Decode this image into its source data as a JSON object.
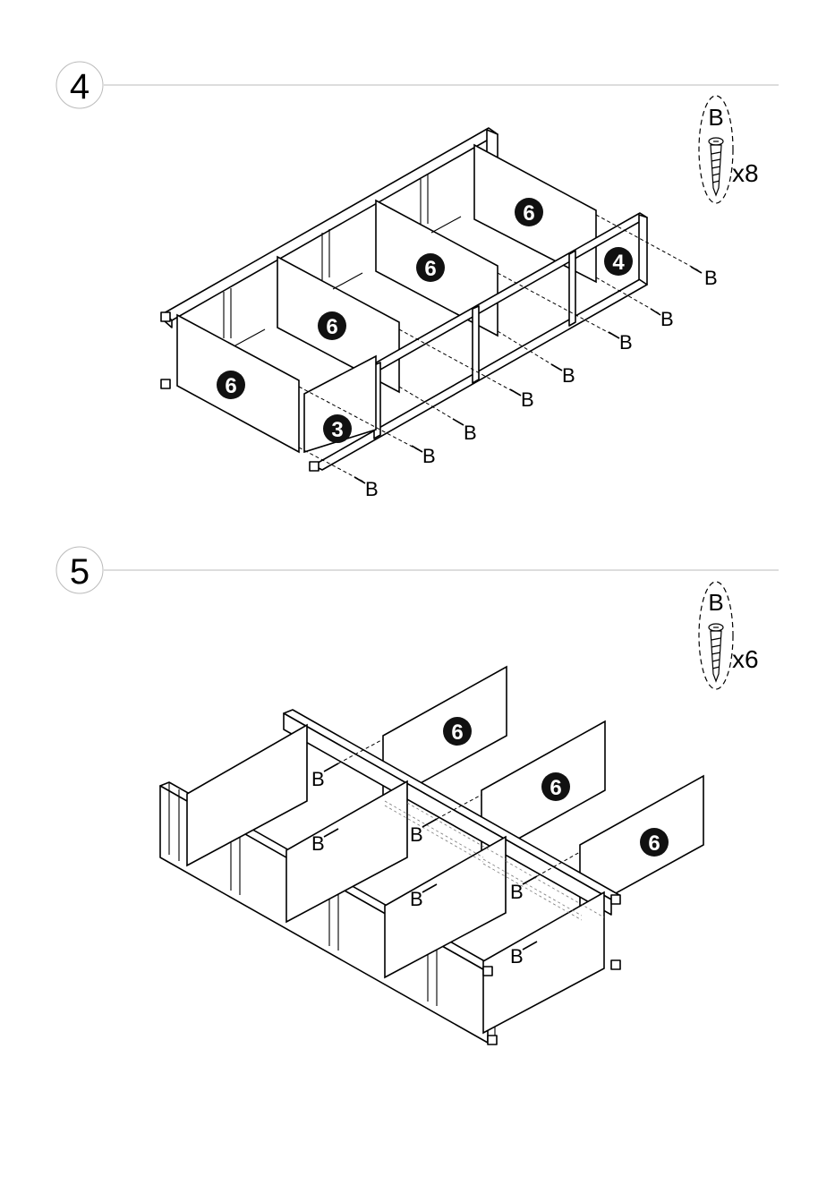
{
  "steps": [
    {
      "number": "4",
      "hardware": {
        "code": "B",
        "quantity": "x8"
      },
      "part_labels": [
        "6",
        "6",
        "6",
        "6",
        "4",
        "3"
      ],
      "screw_label": "B"
    },
    {
      "number": "5",
      "hardware": {
        "code": "B",
        "quantity": "x6"
      },
      "part_labels": [
        "6",
        "6",
        "6"
      ],
      "screw_label": "B"
    }
  ]
}
